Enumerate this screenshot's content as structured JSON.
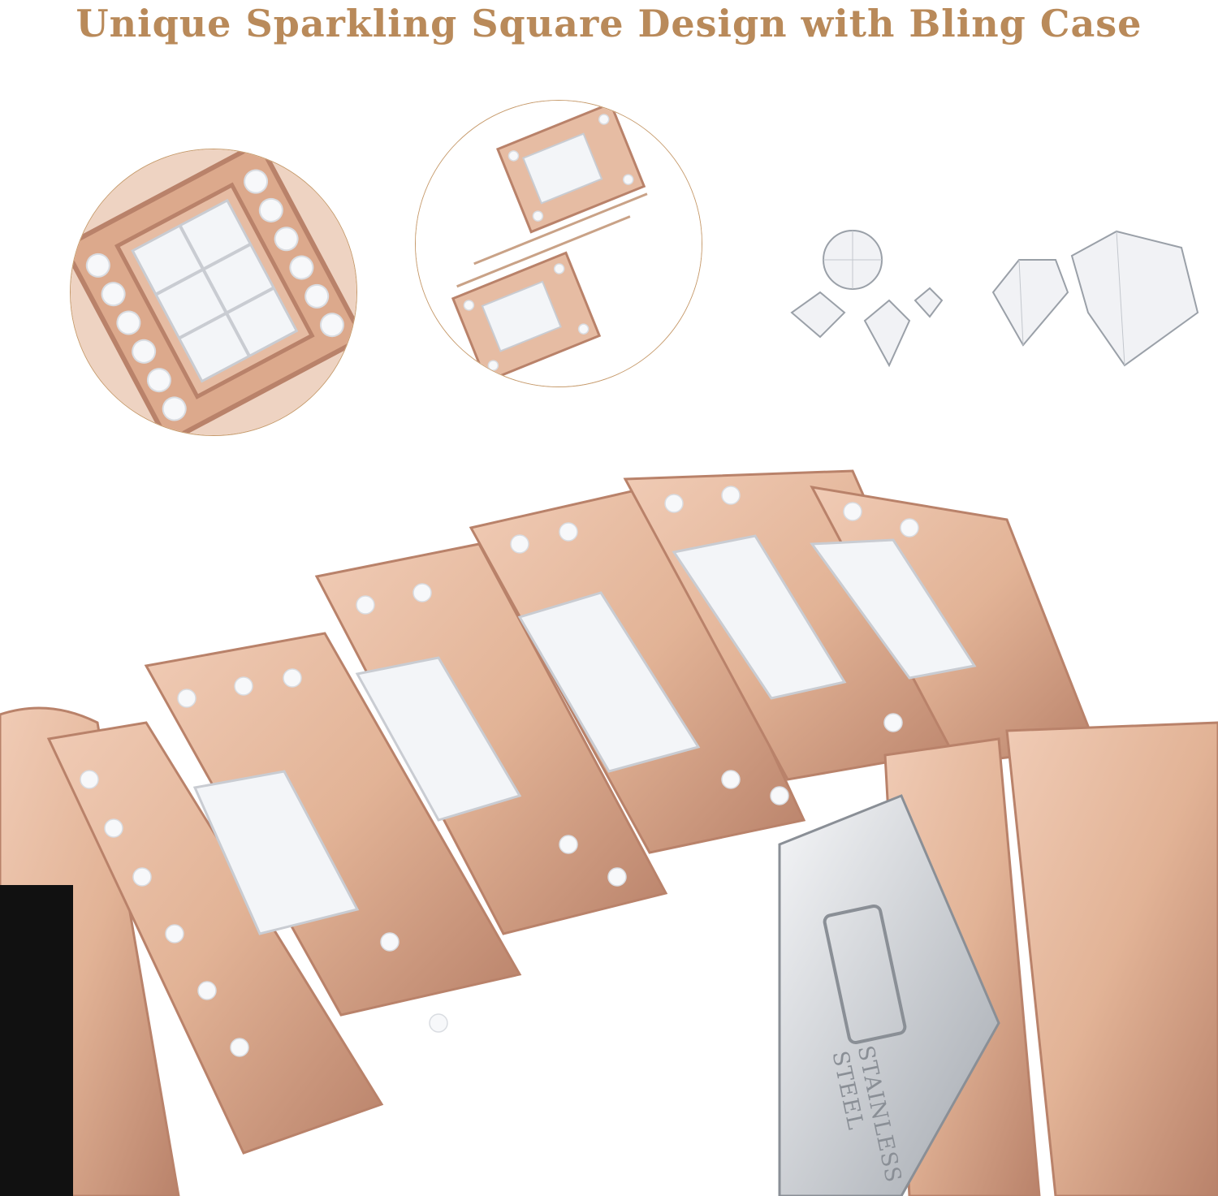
{
  "headline": {
    "text": "Unique Sparkling Square Design with Bling Case",
    "color": "#b98a5a"
  },
  "icons": {
    "circle_1": "band-link-closeup-icon",
    "circle_2": "link-parts-exploded-icon",
    "gems": "loose-diamonds-icon",
    "band": "rose-gold-rhinestone-band-icon",
    "clasp": "butterfly-clasp-icon"
  },
  "clasp": {
    "stamp_line_1": "STAINLESS",
    "stamp_line_2": "STEEL"
  },
  "colors": {
    "rose_gold": "#e2b396",
    "rose_gold_dark": "#b9826a",
    "steel": "#c7cbd0",
    "crystal": "#f3f5f8"
  }
}
